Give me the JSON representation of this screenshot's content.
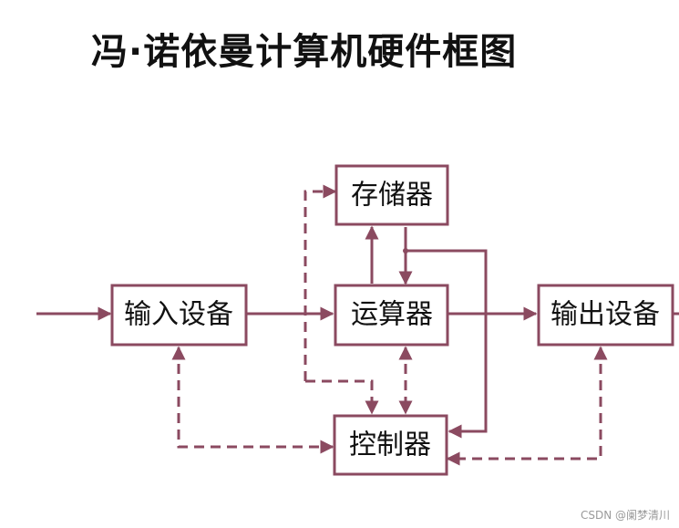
{
  "title": "冯·诺依曼计算机硬件框图",
  "nodes": {
    "memory": "存储器",
    "input": "输入设备",
    "alu": "运算器",
    "output": "输出设备",
    "control": "控制器"
  },
  "colors": {
    "stroke": "#8b4a60"
  },
  "watermark": "CSDN @阑梦清川"
}
